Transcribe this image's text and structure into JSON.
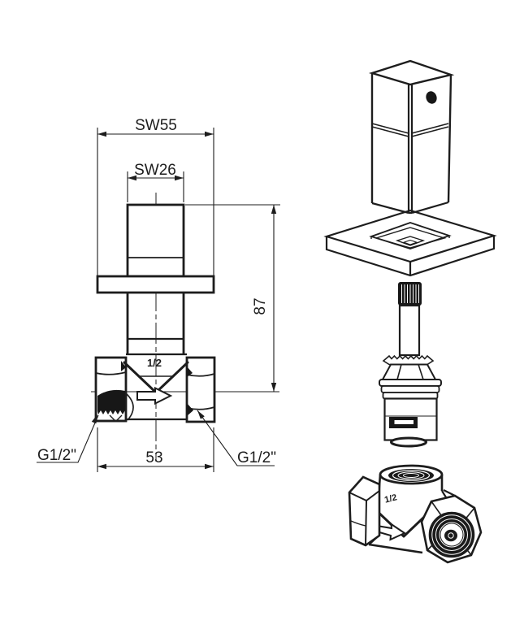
{
  "colors": {
    "line": "#1d1d1d",
    "background": "#ffffff"
  },
  "front_view": {
    "dim_flange_width": "SW55",
    "dim_stem_width": "SW26",
    "dim_height": "87",
    "dim_body_length": "53",
    "thread_label_left": "G1/2\"",
    "thread_label_right": "G1/2\"",
    "size_marking": "1/2"
  },
  "exploded_view": {
    "size_marking": "1/2"
  }
}
